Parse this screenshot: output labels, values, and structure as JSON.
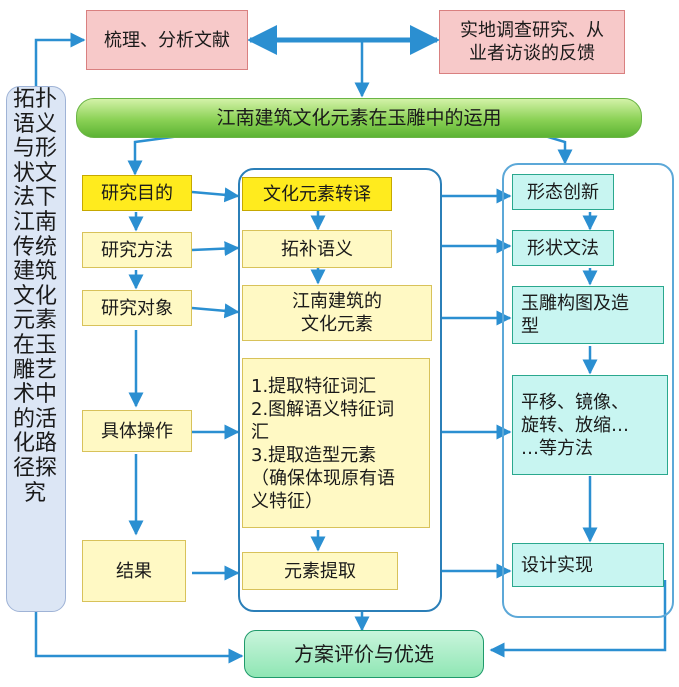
{
  "side_title": "拓扑语义与形状文法下江南传统建筑文化元素在玉雕艺术中的活化路径探究",
  "top": {
    "left_box": "梳理、分析文献",
    "right_box": "实地调查研究、从\n业者访谈的反馈"
  },
  "banner": "江南建筑文化元素在玉雕中的运用",
  "col1": [
    "研究目的",
    "研究方法",
    "研究对象",
    "具体操作",
    "结果"
  ],
  "col2": {
    "translate": "文化元素转译",
    "semantics": "拓补语义",
    "elements": "江南建筑的\n文化元素",
    "steps": "1.提取特征词汇\n2.图解语义特征词\n汇\n3.提取造型元素\n（确保体现原有语\n义特征）",
    "extract": "元素提取"
  },
  "col3": {
    "innovation": "形态创新",
    "grammar": "形状文法",
    "composition": "玉雕构图及造\n型",
    "methods": "平移、镜像、\n旋转、放缩…\n…等方法",
    "realize": "设计实现"
  },
  "bottom": "方案评价与优选",
  "colors": {
    "arrow": "#2b8fd1",
    "frame": "#2b7fb8",
    "gold": "#ffeb1e",
    "yellow": "#fff9c4",
    "cyan": "#c8f5f1",
    "pink": "#f7c9c9",
    "green": "#8ad155"
  }
}
